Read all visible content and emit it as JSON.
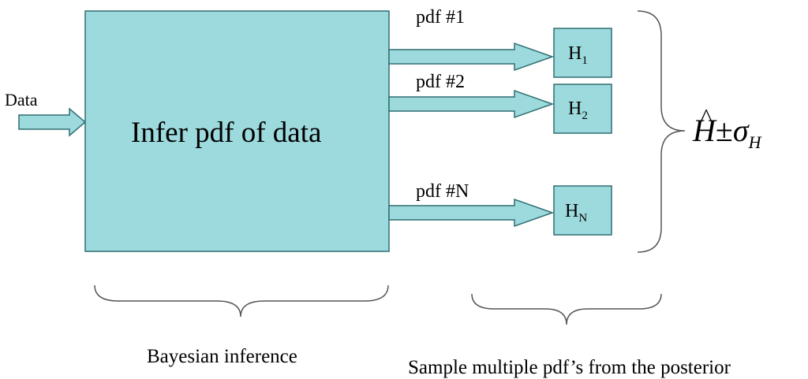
{
  "colors": {
    "fill": "#9ddadd",
    "stroke": "#2f6e72"
  },
  "input": {
    "label": "Data"
  },
  "main_box": {
    "label": "Infer pdf of data"
  },
  "branches": [
    {
      "pdf_label": "pdf #1",
      "hypothesis_main": "H",
      "hypothesis_sub": "1"
    },
    {
      "pdf_label": "pdf #2",
      "hypothesis_main": "H",
      "hypothesis_sub": "2"
    },
    {
      "pdf_label": "pdf #N",
      "hypothesis_main": "H",
      "hypothesis_sub": "N"
    }
  ],
  "result": {
    "estimate_symbol": "H",
    "hat": "^",
    "plus_minus": "±",
    "sigma": "σ",
    "sigma_sub": "H"
  },
  "captions": {
    "left": "Bayesian inference",
    "right": "Sample multiple pdf’s from the posterior"
  }
}
